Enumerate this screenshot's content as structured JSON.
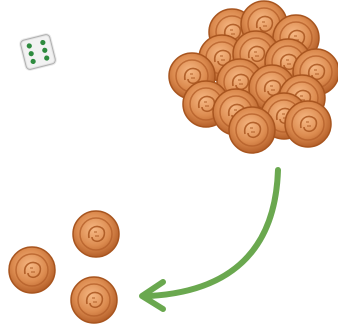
{
  "scene": {
    "description_visible_text": "",
    "icons": {
      "die": "die-icon",
      "coin": "coin-icon",
      "arrow": "curved-arrow-icon"
    },
    "die": {
      "face_value": 6,
      "pip_color": "#2e8b3e"
    },
    "coin_pile": {
      "coin_count": 16
    },
    "small_group": {
      "coin_count": 3
    },
    "arrow": {
      "direction": "from-pile-to-small-group",
      "color": "#6aa84f"
    },
    "colors": {
      "coin_fill": "#d98a4e",
      "coin_edge": "#b5602a",
      "coin_highlight": "#f3b07a",
      "die_face": "#f2f2f2"
    }
  }
}
